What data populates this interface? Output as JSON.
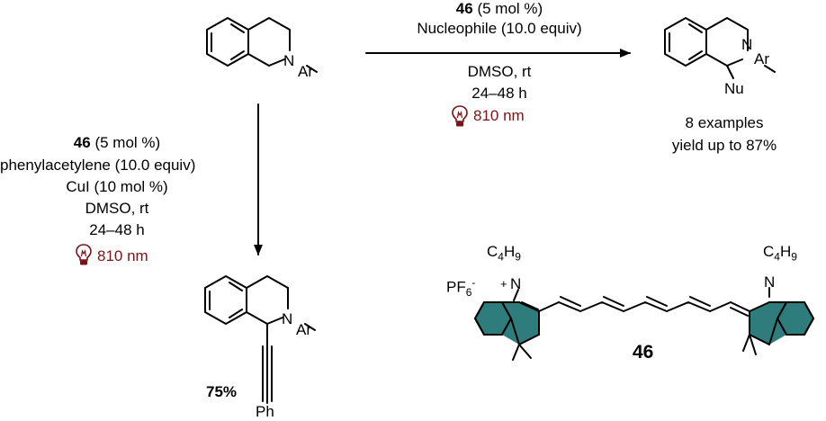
{
  "top_conditions": {
    "catalyst_num": "46",
    "catalyst_amount": " (5 mol %)",
    "nucleophile": "Nucleophile (10.0 equiv)",
    "solvent": "DMSO, rt",
    "time": "24–48 h",
    "light": "810 nm"
  },
  "left_conditions": {
    "catalyst_num": "46",
    "catalyst_amount": " (5 mol %)",
    "reagent": "phenylacetylene (10.0 equiv)",
    "additive": "CuI (10 mol %)",
    "solvent": "DMSO, rt",
    "time": "24–48 h",
    "light": "810 nm"
  },
  "molecule_labels": {
    "start_n": "N",
    "start_ar": "Ar",
    "product_n": "N",
    "product_ar": "Ar",
    "product_nu": "Nu",
    "alkyne_n": "N",
    "alkyne_ar": "Ar",
    "alkyne_ph": "Ph",
    "dye_pf6": "PF",
    "dye_pf6_sub": "6",
    "dye_pf6_sup": "-",
    "dye_plus": "+",
    "dye_n_left": "N",
    "dye_n_right": "N",
    "dye_c4h9_left": "C",
    "dye_c4h9_left_sub1": "4",
    "dye_c4h9_left_h": "H",
    "dye_c4h9_left_sub2": "9",
    "dye_c4h9_right": "C",
    "dye_c4h9_right_sub1": "4",
    "dye_c4h9_right_h": "H",
    "dye_c4h9_right_sub2": "9"
  },
  "results": {
    "examples": "8 examples",
    "yield": "yield up to 87%",
    "alkyne_yield": "75%",
    "dye_label": "46"
  },
  "colors": {
    "teal": "#2f7c7c",
    "bulb": "#7a1418"
  }
}
